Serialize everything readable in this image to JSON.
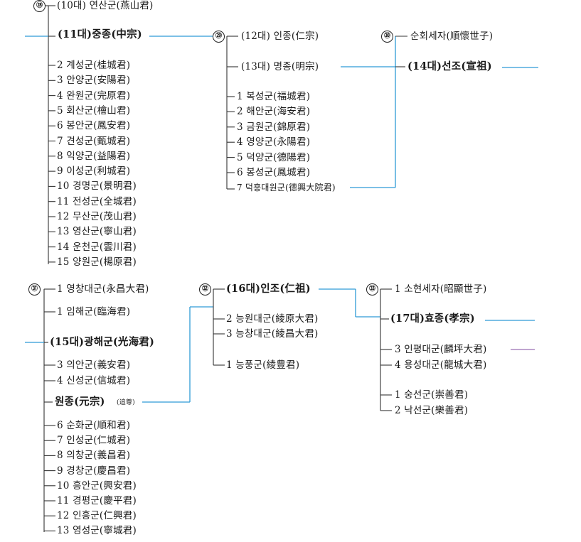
{
  "colors": {
    "line": "#2e9bd6",
    "purple": "#9a6fb5",
    "text": "#1a1a1a"
  },
  "markers": [
    "㉘",
    "㉙",
    "㉚",
    "㉛",
    "㉜",
    "㉝"
  ],
  "labels": {
    "yeonsan": "(10대) 연산군(燕山君)",
    "jungjong": "(11대)중종(中宗)",
    "jj_sons": [
      "2 계성군(桂城君)",
      "3 안양군(安陽君)",
      "4 완원군(完原君)",
      "5 회산군(檜山君)",
      "6 봉안군(鳳安君)",
      "7 견성군(甄城君)",
      "8 익양군(益陽君)",
      "9 이성군(利城君)",
      "10 경명군(景明君)",
      "11 전성군(全城君)",
      "12 무산군(茂山君)",
      "13 영산군(寧山君)",
      "14 운천군(雲川君)",
      "15 양원군(楊原君)"
    ],
    "injong": "(12대) 인종(仁宗)",
    "myeongjong": "(13대) 명종(明宗)",
    "mid_sons": [
      "1 복성군(福城君)",
      "2 해안군(海安君)",
      "3 금원군(錦原君)",
      "4 영양군(永陽君)",
      "5 덕양군(德陽君)",
      "6 봉성군(鳳城君)"
    ],
    "deokheung": "7 덕흥대원군(德興大院君)",
    "sunhoe": "순회세자(順懷世子)",
    "seonjo": "(14대)선조(宣祖)",
    "yeongchang": "1 영창대군(永昌大君)",
    "imhae": "1 임해군(臨海君)",
    "gwanghae": "(15대)광해군(光海君)",
    "uian": "3 의안군(義安君)",
    "sinseong": "4 신성군(信城君)",
    "wonjong": "원종(元宗)",
    "wonjong_note": "(追尊)",
    "sj_sons": [
      "6 순화군(順和君)",
      "7 인성군(仁城君)",
      "8 의창군(義昌君)",
      "9 경창군(慶昌君)",
      "10 흥안군(興安君)",
      "11 경평군(慶平君)",
      "12 인흥군(仁興君)",
      "13 영성군(寧城君)"
    ],
    "injo": "(16대)인조(仁祖)",
    "neungwon": "2 능원대군(綾原大君)",
    "neungchang": "3 능창대군(綾昌大君)",
    "neungpung": "1 능풍군(綾豊君)",
    "sohyeon": "1 소현세자(昭顯世子)",
    "hyojong": "(17대)효종(孝宗)",
    "inpyeong": "3 인평대군(麟坪大君)",
    "yongseong": "4 용성대군(龍城大君)",
    "sungseon": "1 숭선군(崇善君)",
    "nakseon": "2 낙선군(樂善君)"
  }
}
